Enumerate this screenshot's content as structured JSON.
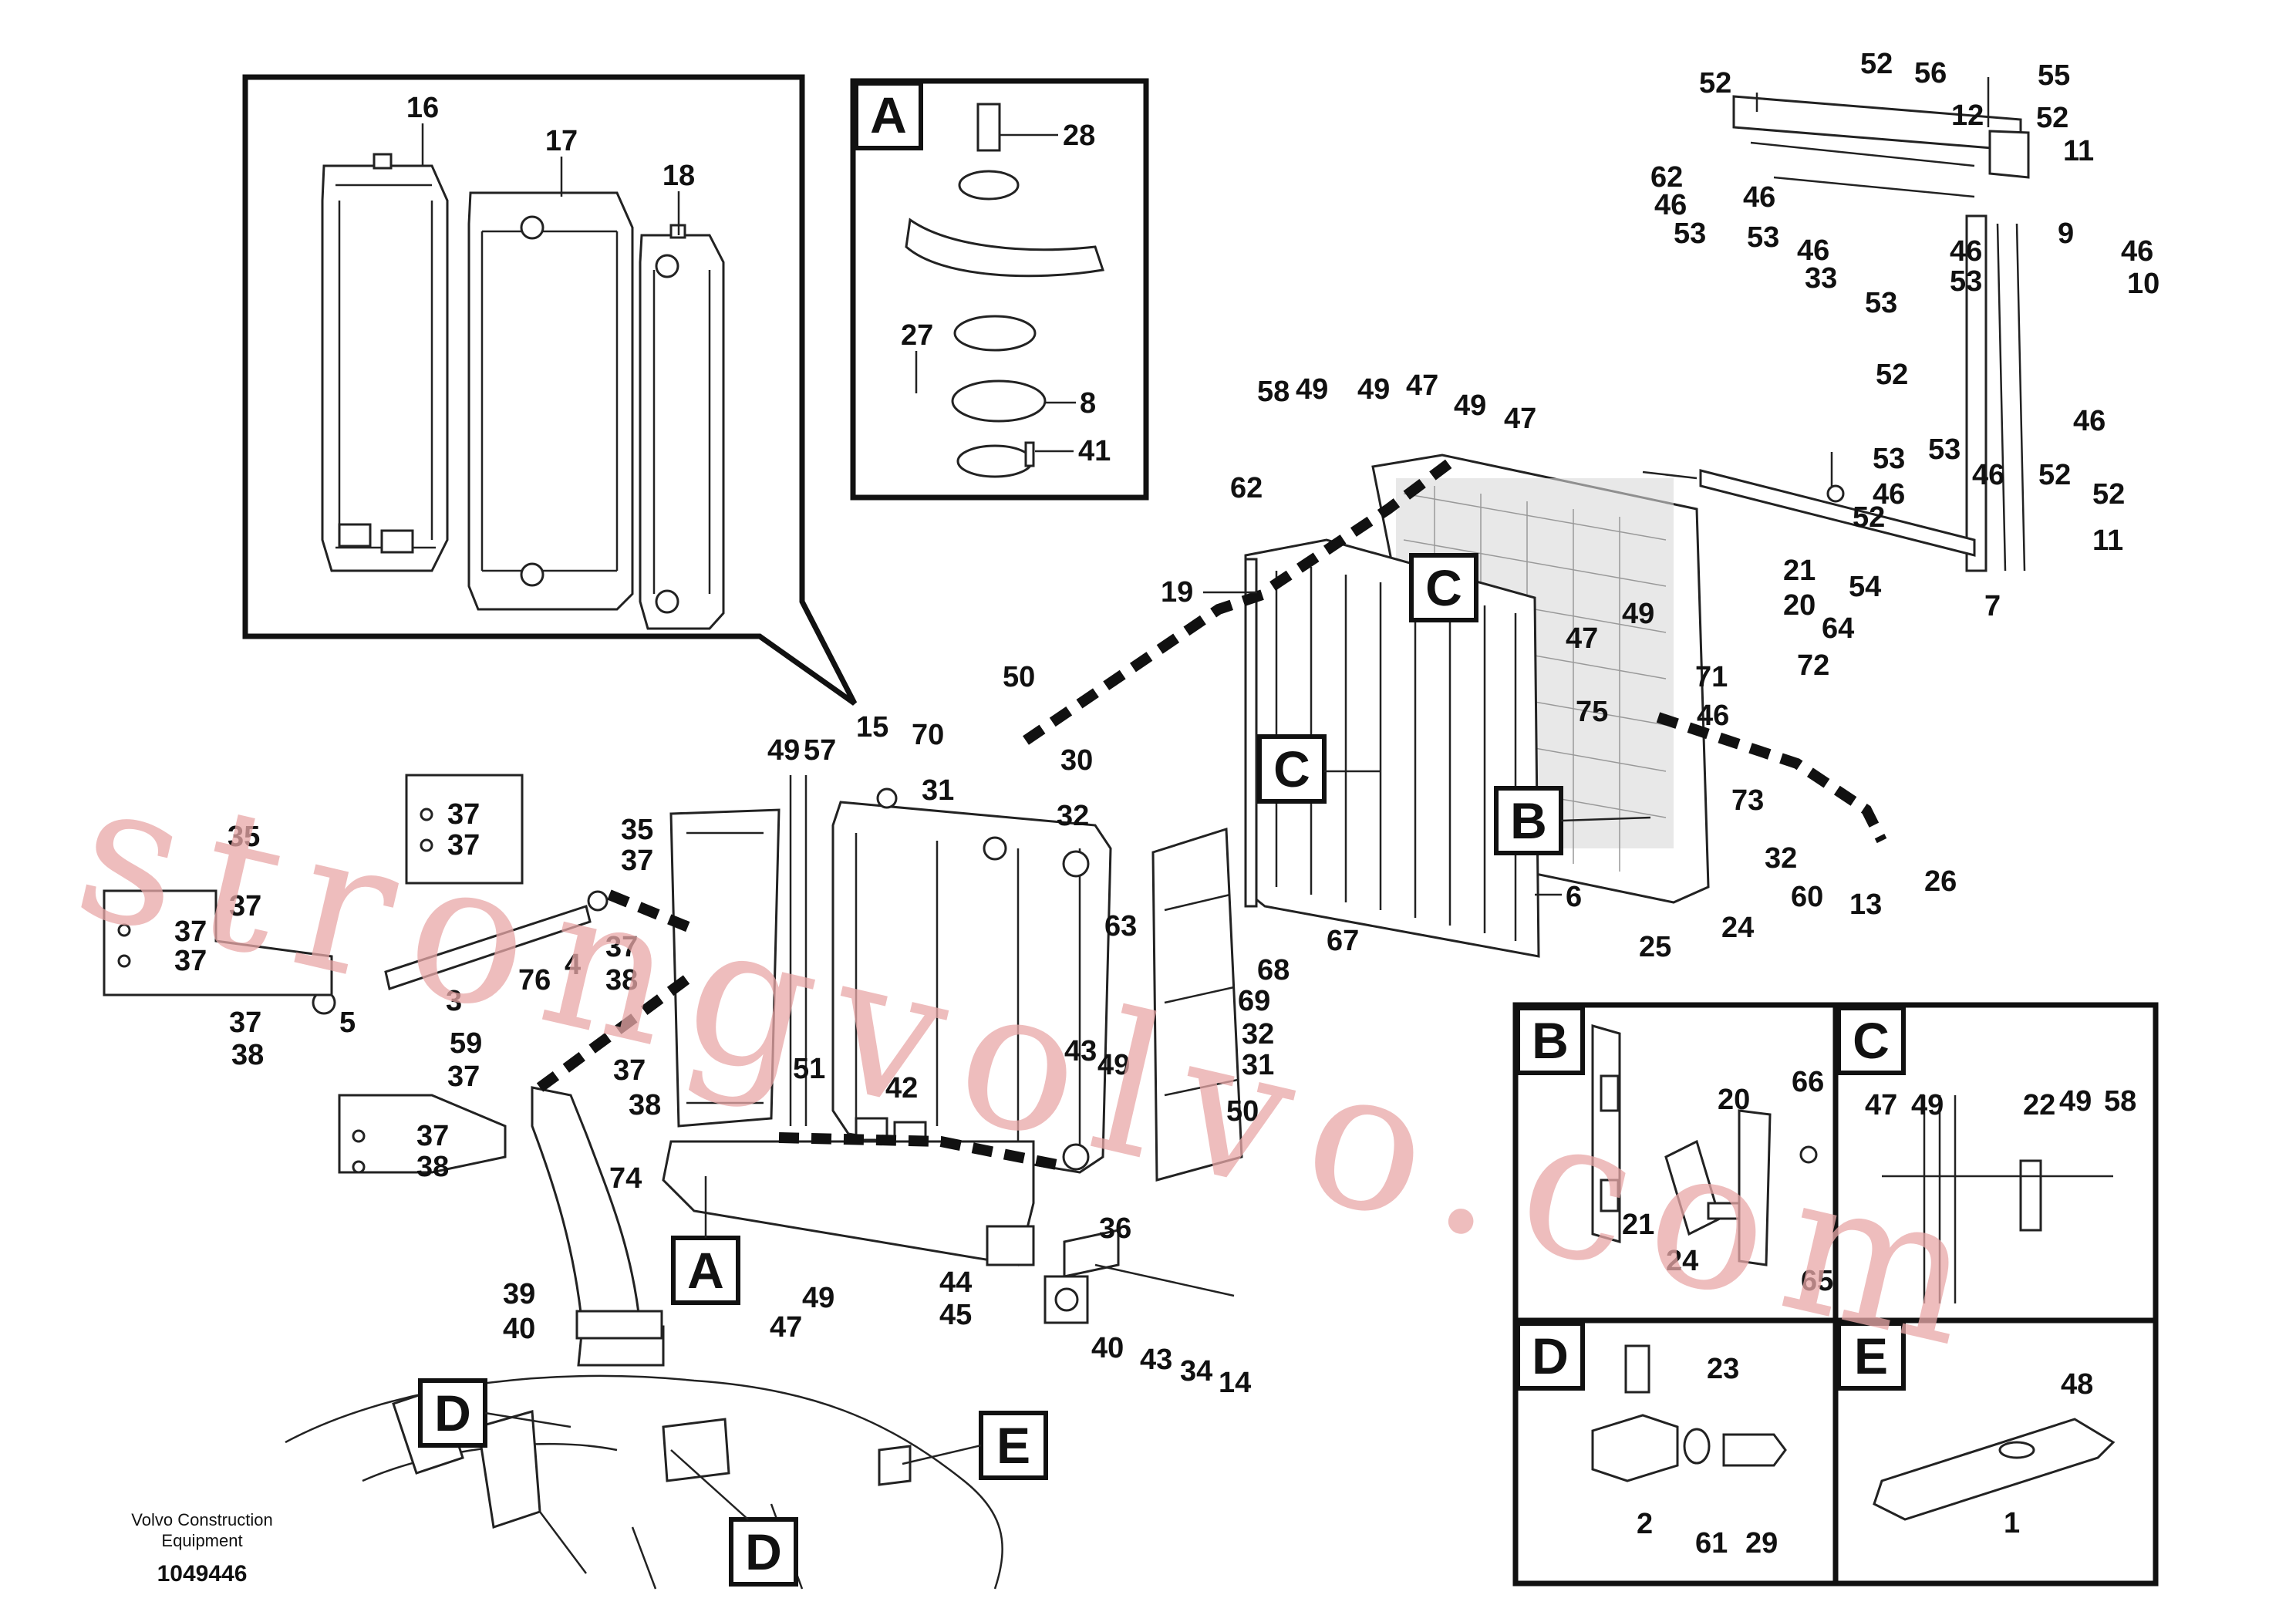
{
  "footer": {
    "company_line1": "Volvo Construction",
    "company_line2": "Equipment",
    "doc_number": "1049446"
  },
  "watermark": "strongvolvo.com",
  "view_labels": {
    "A": "A",
    "B": "B",
    "C": "C",
    "D": "D",
    "E": "E"
  },
  "callouts": {
    "inset_radiators": [
      "16",
      "17",
      "18"
    ],
    "inset_a": [
      "28",
      "27",
      "8",
      "41"
    ],
    "top_right": [
      "52",
      "52",
      "56",
      "55",
      "12",
      "52",
      "11",
      "62",
      "46",
      "46",
      "53",
      "53",
      "46",
      "33",
      "53",
      "9",
      "46",
      "46",
      "53",
      "10",
      "52",
      "46",
      "53",
      "53",
      "46",
      "52",
      "46",
      "52",
      "52",
      "11",
      "54",
      "7"
    ],
    "door": [
      "58",
      "49",
      "49",
      "47",
      "49",
      "47",
      "62",
      "19",
      "21",
      "20",
      "64",
      "72",
      "49",
      "47",
      "71",
      "75",
      "46",
      "73",
      "32",
      "60",
      "13",
      "26",
      "24",
      "25",
      "6",
      "67",
      "68",
      "69"
    ],
    "main": [
      "50",
      "70",
      "30",
      "31",
      "32",
      "49",
      "57",
      "15",
      "37",
      "37",
      "35",
      "37",
      "35",
      "37",
      "4",
      "76",
      "37",
      "37",
      "3",
      "5",
      "37",
      "38",
      "37",
      "38",
      "59",
      "37",
      "37",
      "38",
      "37",
      "38",
      "51",
      "42",
      "43",
      "49",
      "63",
      "32",
      "31",
      "50",
      "74",
      "36",
      "44",
      "45",
      "47",
      "49",
      "39",
      "40",
      "40",
      "43",
      "34",
      "14"
    ],
    "panel_b": [
      "20",
      "66",
      "21",
      "24",
      "65"
    ],
    "panel_c": [
      "47",
      "49",
      "22",
      "49",
      "58"
    ],
    "panel_d": [
      "23",
      "2",
      "61",
      "29"
    ],
    "panel_e": [
      "48",
      "1"
    ]
  }
}
